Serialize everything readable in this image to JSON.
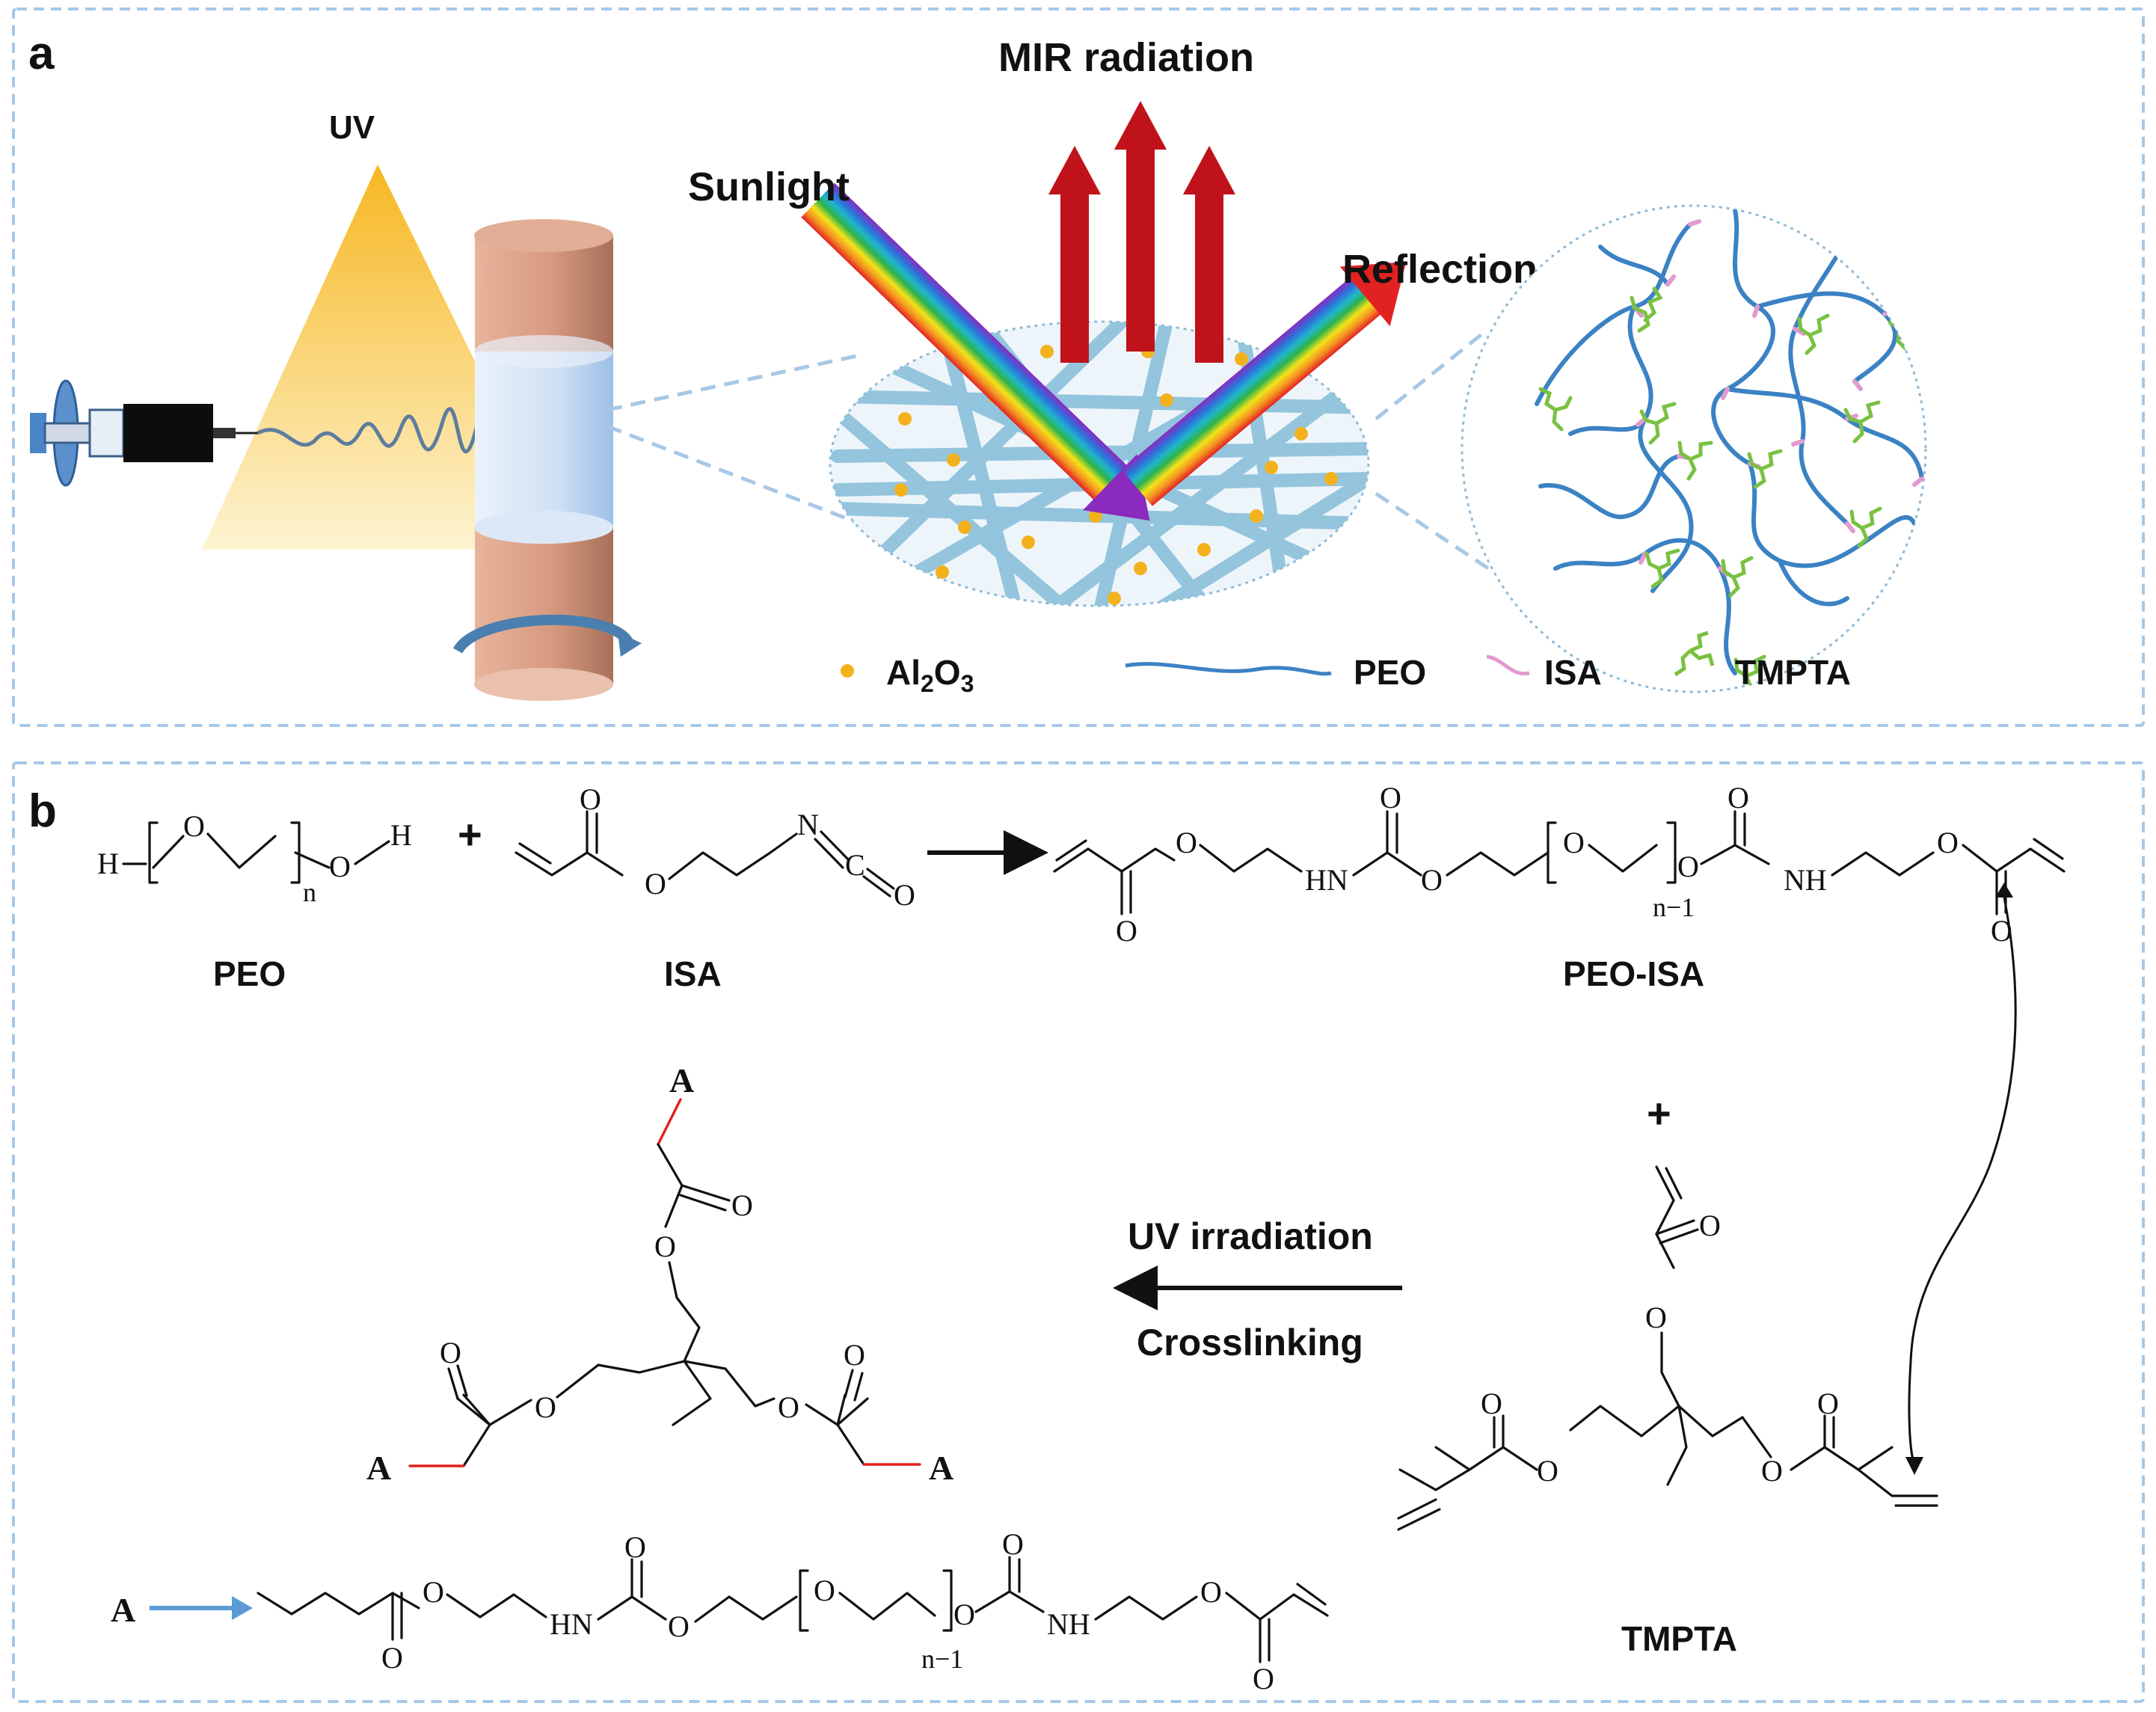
{
  "panel_a": {
    "letter": "a",
    "uv": "UV",
    "mir": "MIR radiation",
    "sunlight": "Sunlight",
    "reflection": "Reflection",
    "legend": {
      "al2o3": "Al2O3",
      "peo": "PEO",
      "isa": "ISA",
      "tmpta": "TMPTA"
    },
    "colors": {
      "uv_cone": "#f5b820",
      "collector": "#d9a088",
      "fiber": "#8fc2dc",
      "particle": "#f3b21d",
      "mir_arrow": "#c0121a",
      "peo_chain": "#3b82c4",
      "isa_link": "#e39ad0",
      "tmpta_node": "#7ac142"
    }
  },
  "panel_b": {
    "letter": "b",
    "plus": "+",
    "names": {
      "peo": "PEO",
      "isa": "ISA",
      "peo_isa": "PEO-ISA",
      "tmpta": "TMPTA"
    },
    "conditions": {
      "line1": "UV irradiation",
      "line2": "Crosslinking"
    },
    "atoms": {
      "H": "H",
      "O": "O",
      "N": "N",
      "C": "C",
      "HN": "HN",
      "NH": "NH",
      "A": "A",
      "n": "n",
      "n_minus_1": "n−1"
    }
  }
}
